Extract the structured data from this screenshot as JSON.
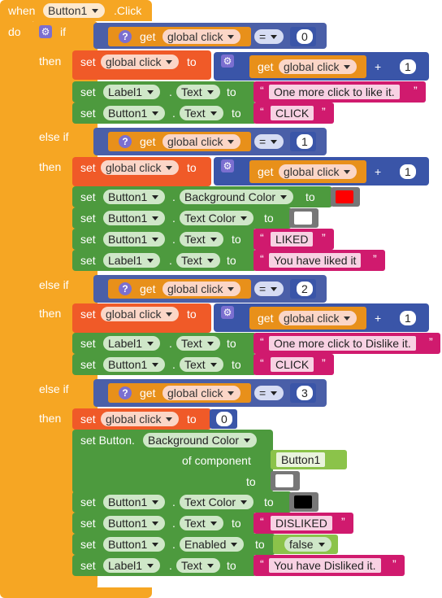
{
  "event": {
    "when": "when",
    "component": "Button1",
    "event_name": ".Click",
    "do": "do"
  },
  "control": {
    "if": "if",
    "then": "then",
    "else_if": "else if"
  },
  "words": {
    "set": "set",
    "get": "get",
    "to": "to",
    "dot": "."
  },
  "variables": {
    "global_click": "global click"
  },
  "operators": {
    "eq": "=",
    "plus": "+"
  },
  "numbers": {
    "n0": "0",
    "n1": "1",
    "n2": "2",
    "n3": "3"
  },
  "components": {
    "label1": "Label1",
    "button1": "Button1"
  },
  "properties": {
    "text": "Text",
    "background_color": "Background Color",
    "text_color": "Text Color",
    "enabled": "Enabled"
  },
  "strings": {
    "one_more_like": "One more click to like it.",
    "click": "CLICK",
    "liked": "LIKED",
    "you_have_liked": "You have liked it",
    "one_more_dislike": "One more click to Dislike it.",
    "disliked": "DISLIKED",
    "you_have_disliked": "You have Disliked it."
  },
  "generic": {
    "set_button_label": "set Button.",
    "of_component": "of component"
  },
  "logic": {
    "false": "false"
  },
  "colors": {
    "red": "#ff0000",
    "white": "#ffffff",
    "black": "#000000"
  }
}
